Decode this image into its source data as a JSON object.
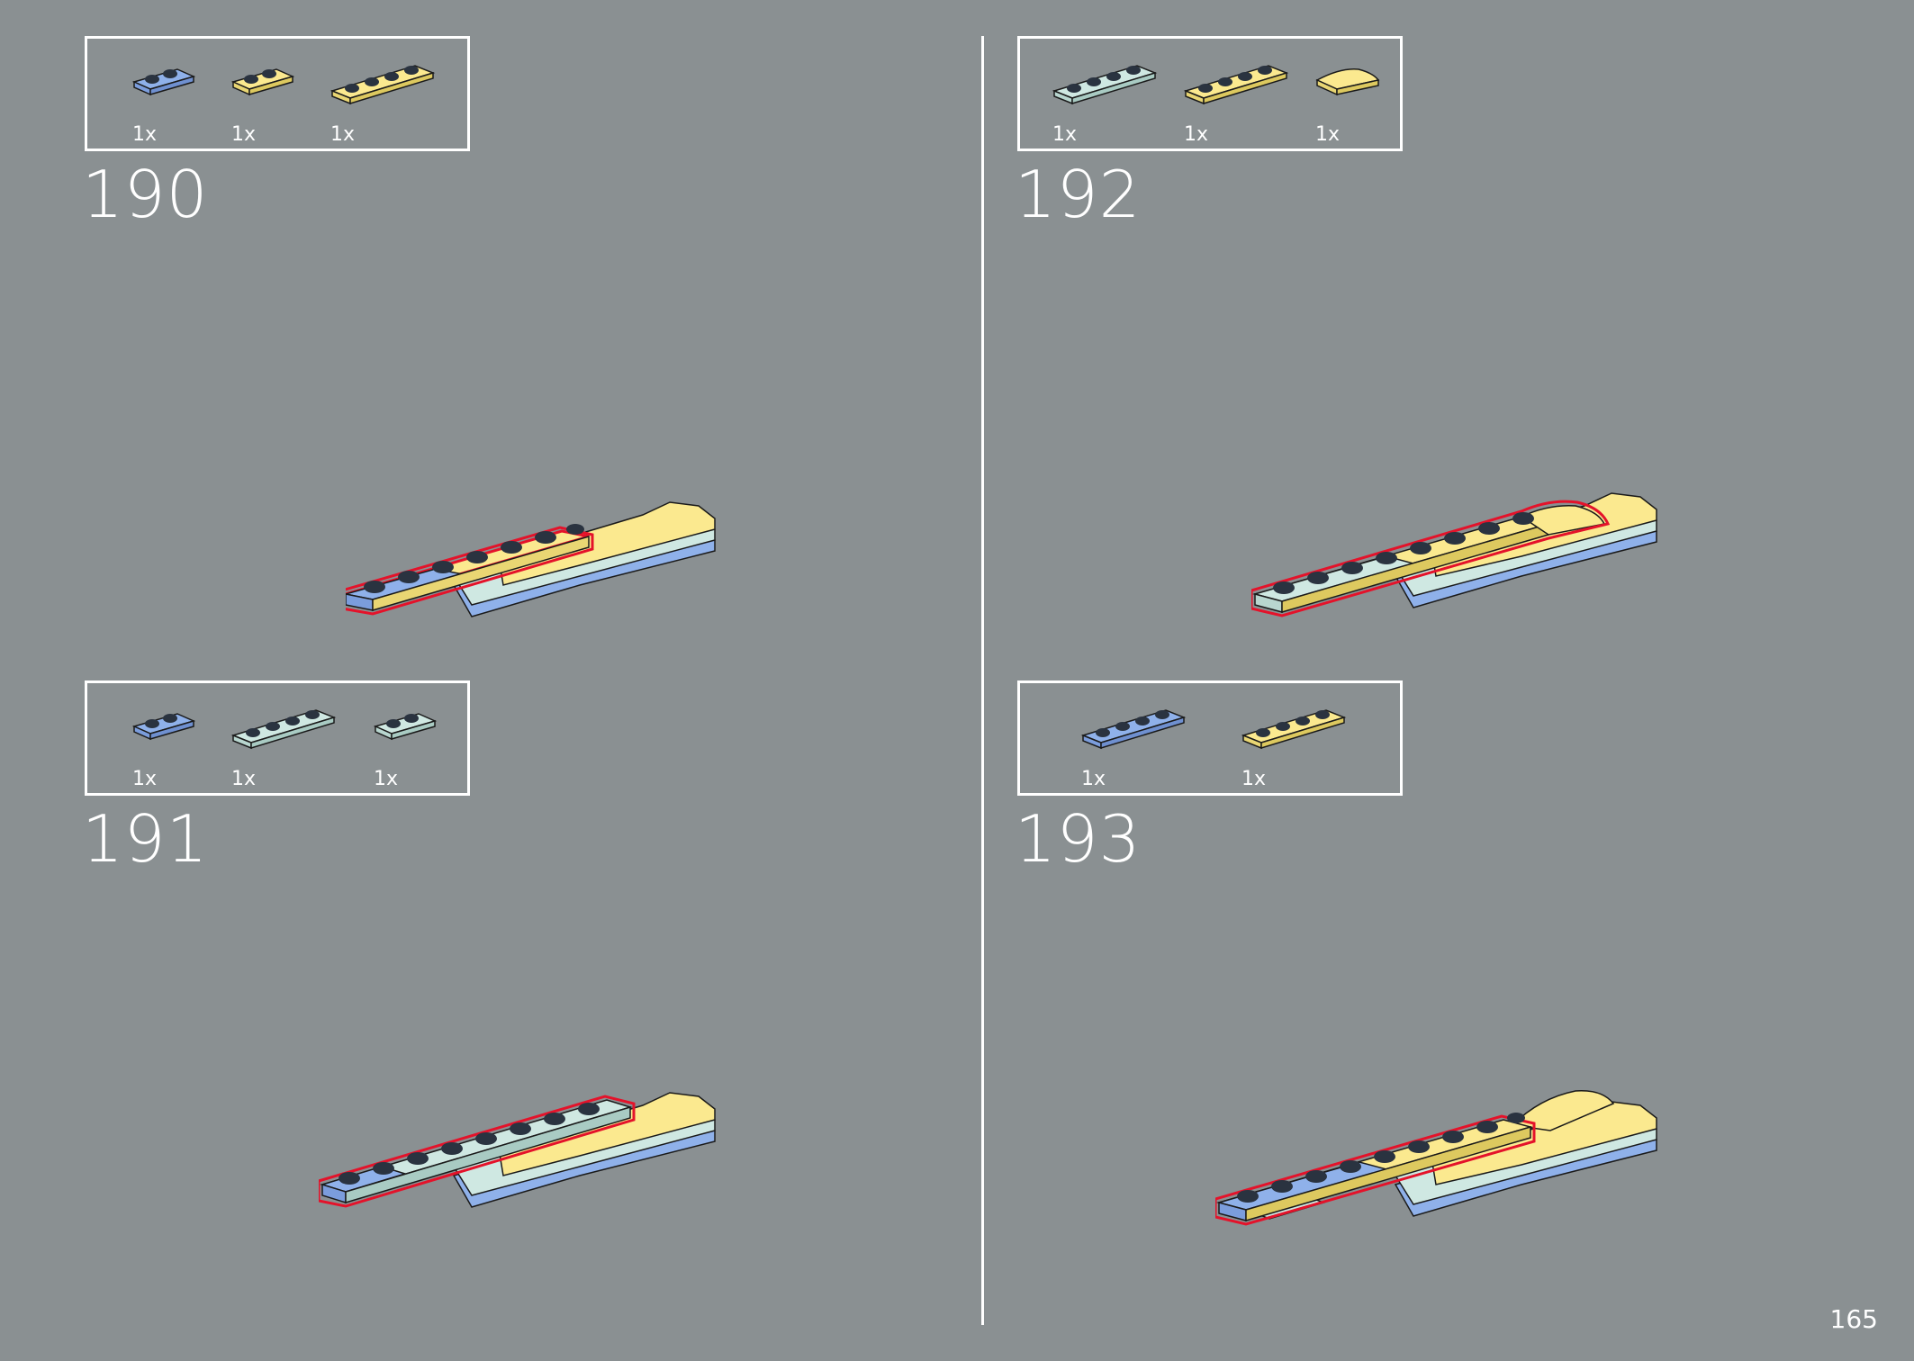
{
  "page_number": "165",
  "colors": {
    "background": "#8a9092",
    "blue": "#8fb1ea",
    "yellow": "#fbe98f",
    "light_aqua": "#cfe8e2",
    "highlight": "#e4122a"
  },
  "steps": [
    {
      "number": "190",
      "parts": [
        {
          "shape": "plate-1x2",
          "color": "blue",
          "qty": "1x"
        },
        {
          "shape": "plate-1x2",
          "color": "yellow",
          "qty": "1x"
        },
        {
          "shape": "plate-1x4",
          "color": "yellow",
          "qty": "1x"
        }
      ]
    },
    {
      "number": "191",
      "parts": [
        {
          "shape": "plate-1x2",
          "color": "blue",
          "qty": "1x"
        },
        {
          "shape": "plate-1x4",
          "color": "light_aqua",
          "qty": "1x"
        },
        {
          "shape": "plate-1x2",
          "color": "light_aqua",
          "qty": "1x"
        }
      ]
    },
    {
      "number": "192",
      "parts": [
        {
          "shape": "plate-1x4",
          "color": "light_aqua",
          "qty": "1x"
        },
        {
          "shape": "plate-1x4",
          "color": "yellow",
          "qty": "1x"
        },
        {
          "shape": "curved-slope",
          "color": "yellow",
          "qty": "1x"
        }
      ]
    },
    {
      "number": "193",
      "parts": [
        {
          "shape": "plate-1x4",
          "color": "blue",
          "qty": "1x"
        },
        {
          "shape": "plate-1x4",
          "color": "yellow",
          "qty": "1x"
        }
      ]
    }
  ]
}
